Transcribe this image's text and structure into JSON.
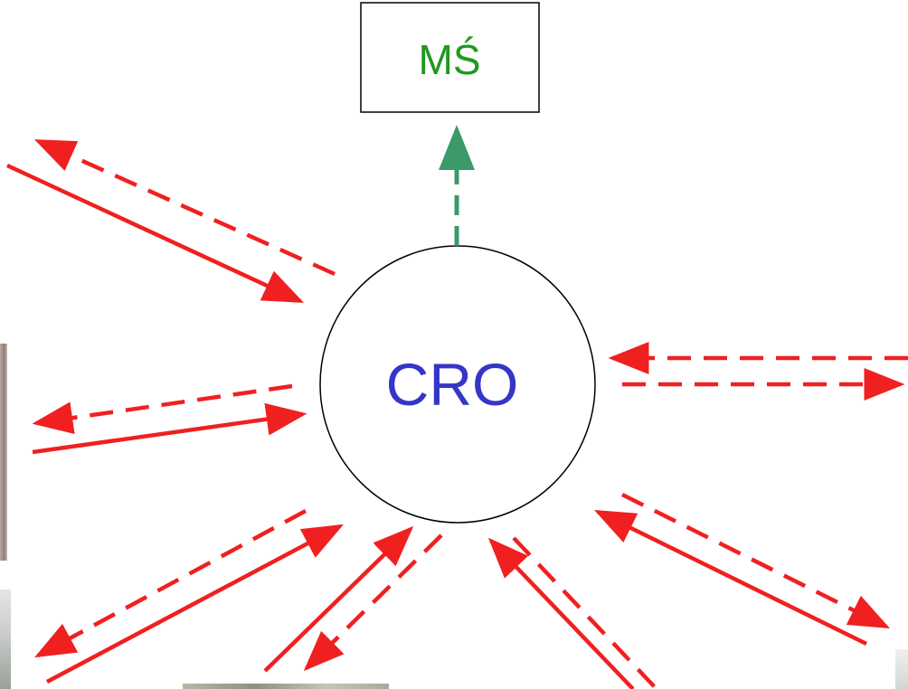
{
  "nodes": {
    "center": {
      "label": "CRO",
      "color": "#3535c8"
    },
    "top": {
      "label": "MŚ",
      "color": "#1f9a1f"
    }
  },
  "colors": {
    "arrow_red": "#f02020",
    "arrow_green": "#3a9a6a",
    "outline": "#000000"
  },
  "photos": [
    {
      "name": "photo-left-middle"
    },
    {
      "name": "photo-left-bottom"
    },
    {
      "name": "photo-bottom-center"
    },
    {
      "name": "photo-right-bottom"
    }
  ]
}
